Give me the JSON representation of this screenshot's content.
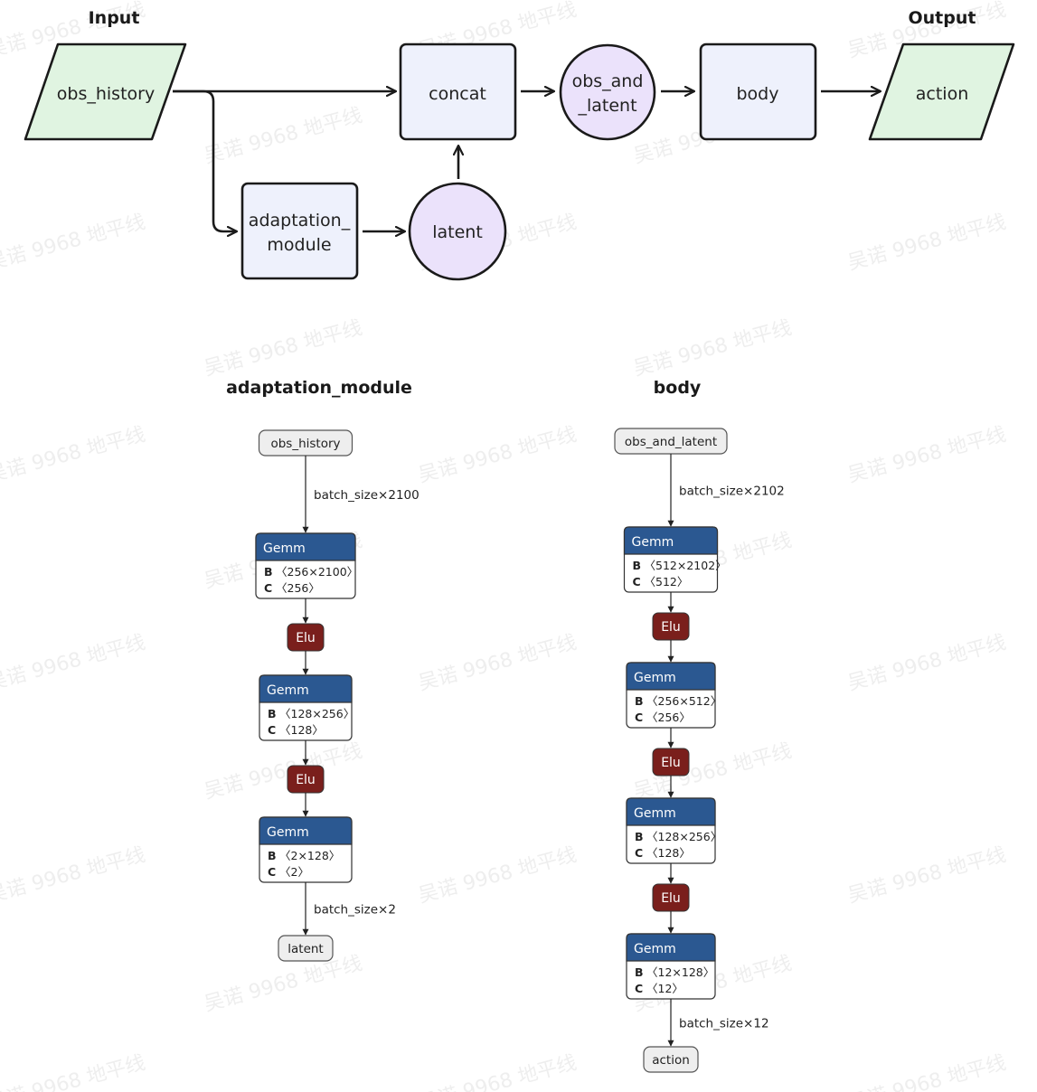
{
  "top": {
    "input_title": "Input",
    "output_title": "Output",
    "nodes": {
      "obs_history": "obs_history",
      "concat": "concat",
      "obs_and_latent_l1": "obs_and",
      "obs_and_latent_l2": "_latent",
      "body": "body",
      "action": "action",
      "adaptation_l1": "adaptation_",
      "adaptation_l2": "module",
      "latent": "latent"
    },
    "colors": {
      "io_fill": "#e0f4e1",
      "module_fill": "#eef1fc",
      "tensor_fill": "#ebe2fb",
      "stroke": "#1a1a1a"
    }
  },
  "adaptation_module": {
    "title": "adaptation_module",
    "input": "obs_history",
    "input_shape": "batch_size×2100",
    "layers": [
      {
        "op": "Gemm",
        "b_key": "B",
        "b": "〈256×2100〉",
        "c_key": "C",
        "c": "〈256〉"
      },
      {
        "op": "Elu"
      },
      {
        "op": "Gemm",
        "b_key": "B",
        "b": "〈128×256〉",
        "c_key": "C",
        "c": "〈128〉"
      },
      {
        "op": "Elu"
      },
      {
        "op": "Gemm",
        "b_key": "B",
        "b": "〈2×128〉",
        "c_key": "C",
        "c": "〈2〉"
      }
    ],
    "output_shape": "batch_size×2",
    "output": "latent"
  },
  "body_graph": {
    "title": "body",
    "input": "obs_and_latent",
    "input_shape": "batch_size×2102",
    "layers": [
      {
        "op": "Gemm",
        "b_key": "B",
        "b": "〈512×2102〉",
        "c_key": "C",
        "c": "〈512〉"
      },
      {
        "op": "Elu"
      },
      {
        "op": "Gemm",
        "b_key": "B",
        "b": "〈256×512〉",
        "c_key": "C",
        "c": "〈256〉"
      },
      {
        "op": "Elu"
      },
      {
        "op": "Gemm",
        "b_key": "B",
        "b": "〈128×256〉",
        "c_key": "C",
        "c": "〈128〉"
      },
      {
        "op": "Elu"
      },
      {
        "op": "Gemm",
        "b_key": "B",
        "b": "〈12×128〉",
        "c_key": "C",
        "c": "〈12〉"
      }
    ],
    "output_shape": "batch_size×12",
    "output": "action"
  },
  "netron_colors": {
    "gemm": "#2b5891",
    "elu": "#7a1f1c",
    "io": "#eeeeee"
  },
  "watermark": "吴诺 9968 地平线"
}
